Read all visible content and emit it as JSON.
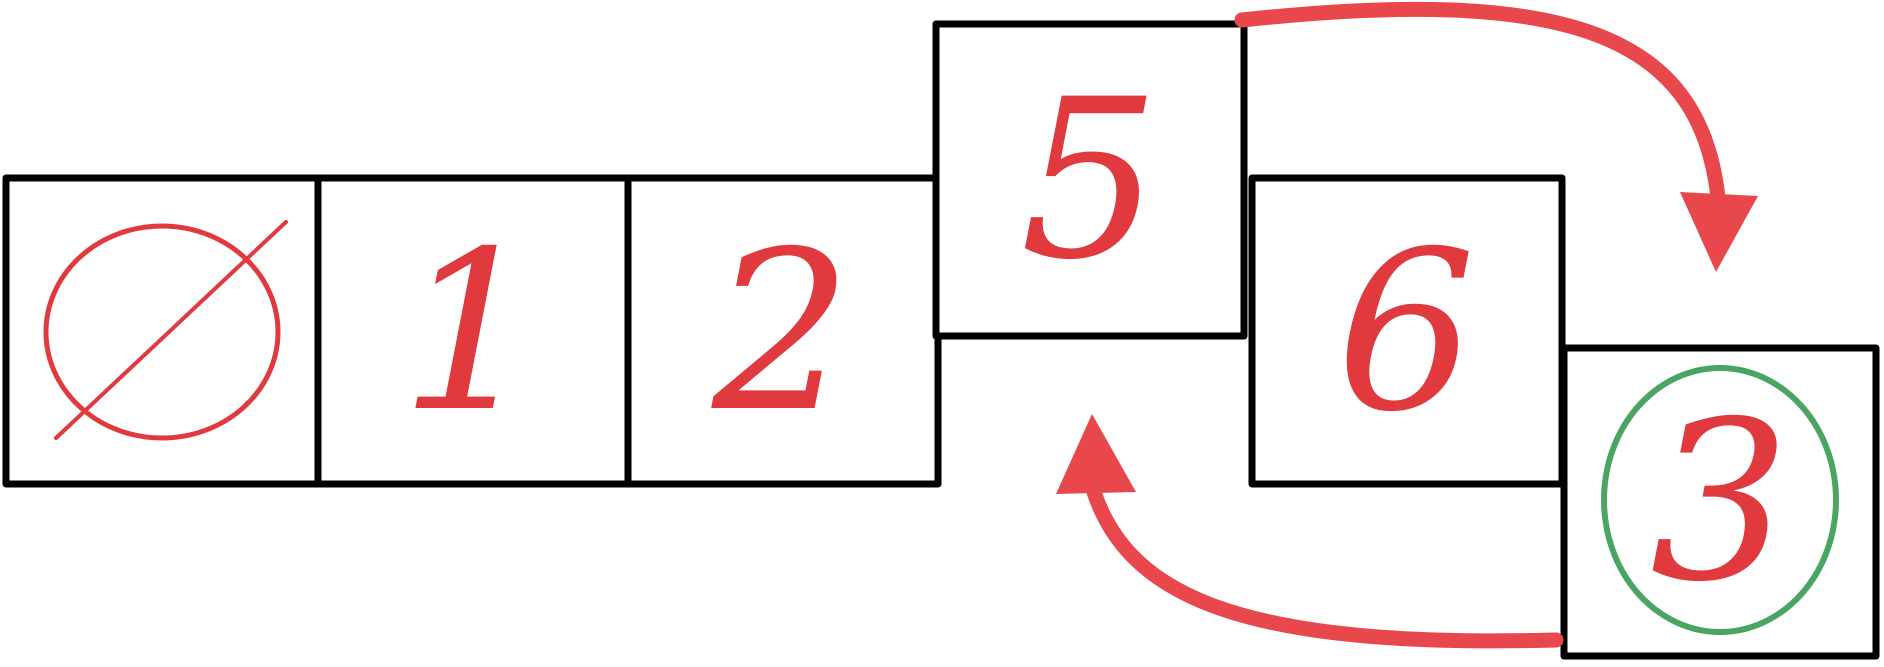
{
  "colors": {
    "grid": "#000000",
    "digit": "#e0393e",
    "arrow": "#e8474c",
    "highlight_circle": "#4aa563"
  },
  "cells": [
    {
      "id": "cell-0",
      "label": "∅",
      "highlighted": false
    },
    {
      "id": "cell-1",
      "label": "1",
      "highlighted": false
    },
    {
      "id": "cell-2",
      "label": "2",
      "highlighted": false
    },
    {
      "id": "cell-5",
      "label": "5",
      "highlighted": false
    },
    {
      "id": "cell-6",
      "label": "6",
      "highlighted": false
    },
    {
      "id": "cell-3",
      "label": "3",
      "highlighted": true
    }
  ],
  "arrows": [
    {
      "id": "arrow-top",
      "from": "5",
      "to": "3"
    },
    {
      "id": "arrow-bottom",
      "from": "3",
      "to": "5"
    }
  ]
}
